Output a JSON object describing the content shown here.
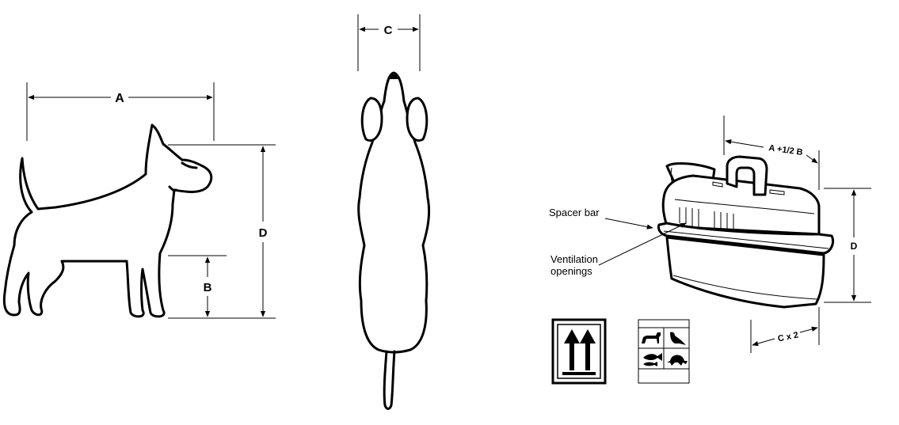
{
  "dimension_labels": {
    "length": "A",
    "leg_height": "B",
    "width": "C",
    "height": "D",
    "crate_length": "A +1/2 B",
    "crate_height": "D",
    "crate_width": "C x 2"
  },
  "callouts": {
    "spacer_bar": "Spacer bar",
    "ventilation_line1": "Ventilation",
    "ventilation_line2": "openings"
  },
  "icons": {
    "this_way_up": "this-way-up-arrows-icon",
    "live_animals": "live-animals-label-icon"
  },
  "colors": {
    "stroke": "#000000",
    "background": "#ffffff"
  }
}
